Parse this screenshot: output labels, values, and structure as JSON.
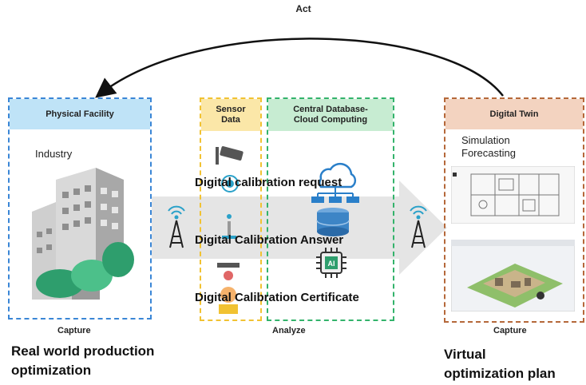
{
  "act_label": "Act",
  "physical": {
    "header": "Physical Facility",
    "subtitle": "Industry",
    "footer": "Capture",
    "caption_line1": "Real world production",
    "caption_line2": "optimization"
  },
  "sensor": {
    "header_line1": "Sensor",
    "header_line2": "Data"
  },
  "cloud": {
    "header_line1": "Central Database-",
    "header_line2": "Cloud Computing"
  },
  "analyze_label": "Analyze",
  "twin": {
    "header": "Digital Twin",
    "line1": "Simulation",
    "line2": "Forecasting",
    "footer": "Capture",
    "caption_line1": "Virtual",
    "caption_line2": "optimization plan"
  },
  "overlays": {
    "request": "Digital calibration request",
    "answer": "Digital Calibration Answer",
    "certificate": "Digital Calibration  Certificate"
  },
  "colors": {
    "physical_border": "#3a86d6",
    "physical_header": "#bfe3f7",
    "sensor_border": "#f1c232",
    "sensor_header": "#fbe7a8",
    "cloud_border": "#33b36b",
    "cloud_header": "#c7ecd2",
    "twin_border": "#b5683a",
    "twin_header": "#f3d3c0",
    "flow_arrow": "#dcdcdc"
  }
}
